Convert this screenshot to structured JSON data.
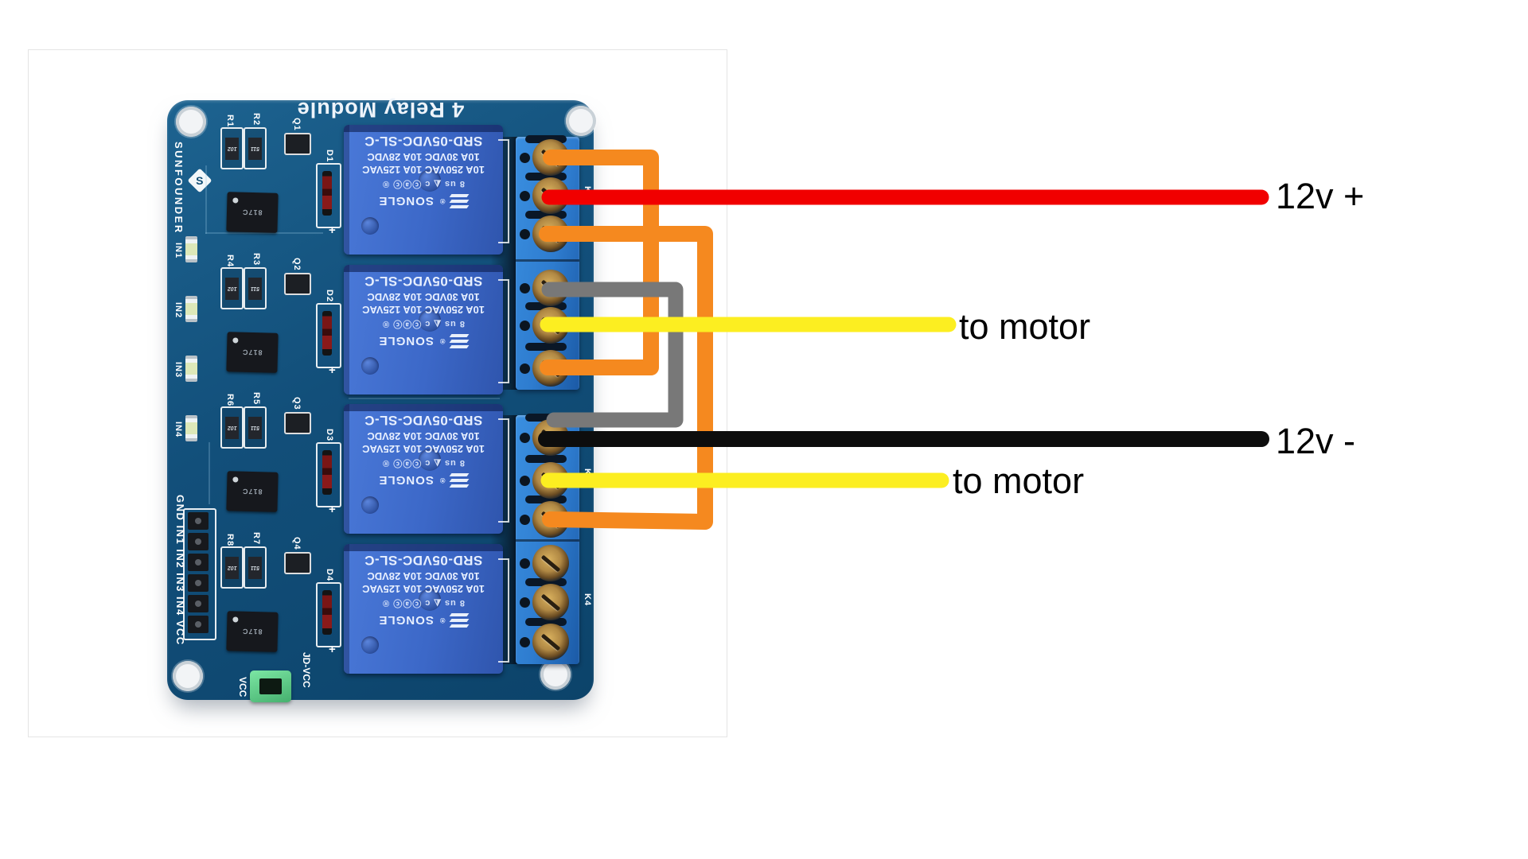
{
  "annotations": {
    "supply_positive": "12v +",
    "motor_a": "to motor",
    "supply_negative": "12v -",
    "motor_b": "to motor"
  },
  "wires": {
    "red": "#f10000",
    "black": "#0d0d0d",
    "yellow": "#fcee21",
    "orange": "#f5891f",
    "gray": "#787878"
  },
  "colors": {
    "pcb": "#124f7a",
    "relay_blue": "#3c68c8",
    "terminal_blue": "#2e7ccf"
  },
  "board": {
    "title": "4 Relay Module",
    "brand": "SUNFOUNDER",
    "brand_initial": "S",
    "header_pins_label": "GND IN1 IN2 IN3 IN4 VCC",
    "jumper": {
      "jd_vcc": "JD-VCC",
      "vcc": "VCC"
    },
    "input_leds": [
      "IN1",
      "IN2",
      "IN3",
      "IN4"
    ],
    "k_labels": [
      "K1",
      "K2",
      "K3",
      "K4"
    ],
    "relay": {
      "model": "SRD-05VDC-SL-C",
      "rating_dc": "10A 30VDC  10A 28VDC",
      "rating_ac": "10A 250VAC  10A 125VAC",
      "marks": "8   us ◭ c   ⓒⓐⓒ ®",
      "brand": "SONGLE",
      "reg": "®"
    },
    "channels": [
      {
        "r_left": "R1",
        "r_right": "R2",
        "q": "Q1",
        "d": "D1",
        "opto": "817C",
        "code_left": "102",
        "code_right": "511"
      },
      {
        "r_left": "R4",
        "r_right": "R3",
        "q": "Q2",
        "d": "D2",
        "opto": "817C",
        "code_left": "102",
        "code_right": "511"
      },
      {
        "r_left": "R6",
        "r_right": "R5",
        "q": "Q3",
        "d": "D3",
        "opto": "817C",
        "code_left": "102",
        "code_right": "511"
      },
      {
        "r_left": "R8",
        "r_right": "R7",
        "q": "Q4",
        "d": "D4",
        "opto": "817C",
        "code_left": "102",
        "code_right": "511"
      }
    ]
  }
}
